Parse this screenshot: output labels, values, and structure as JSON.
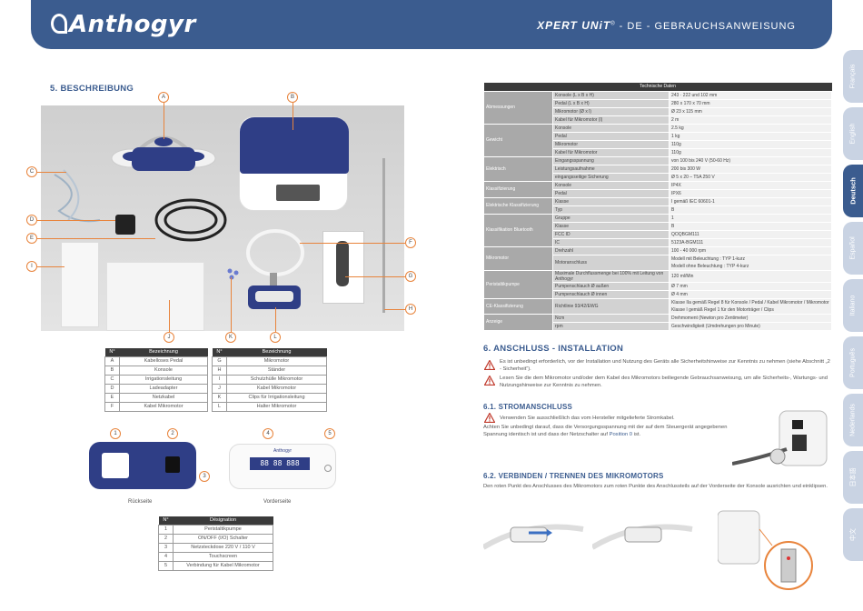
{
  "header": {
    "brand": "Anthogyr",
    "product": "XPERT UNiT",
    "reg": "®",
    "lang_sep": " - DE - ",
    "doc": "GEBRAUCHSANWEISUNG"
  },
  "tabs": [
    "Français",
    "English",
    "Deutsch",
    "Español",
    "Italiano",
    "Português",
    "Nederlands",
    "日本語",
    "中文"
  ],
  "active_tab_index": 2,
  "section5": {
    "title": "5. BESCHREIBUNG",
    "callouts": [
      "A",
      "B",
      "C",
      "D",
      "E",
      "F",
      "G",
      "H",
      "I",
      "J",
      "K",
      "L"
    ],
    "legend_header": [
      "N°",
      "Bezeichnung"
    ],
    "legend_left": [
      [
        "A",
        "Kabelloses Pedal"
      ],
      [
        "B",
        "Konsole"
      ],
      [
        "C",
        "Irrigationsleitung"
      ],
      [
        "D",
        "Ladeadapter"
      ],
      [
        "E",
        "Netzkabel"
      ],
      [
        "F",
        "Kabel Mikromotor"
      ]
    ],
    "legend_right": [
      [
        "G",
        "Mikromotor"
      ],
      [
        "H",
        "Ständer"
      ],
      [
        "I",
        "Schutzhülle Mikromotor"
      ],
      [
        "J",
        "Kabel Mikromotor"
      ],
      [
        "K",
        "Clips für Irrigationsleitung"
      ],
      [
        "L",
        "Halter Mikromotor"
      ]
    ],
    "device_brand": "Anthogyr",
    "device_display": "88 88 888",
    "back_label": "Rückseite",
    "front_label": "Vorderseite",
    "device_callouts": [
      "1",
      "2",
      "3",
      "4",
      "5"
    ],
    "dev_header": [
      "N°",
      "Désignation"
    ],
    "dev_rows": [
      [
        "1",
        "Peristaltikpumpe"
      ],
      [
        "2",
        "ON/OFF (I/O) Schalter"
      ],
      [
        "3",
        "Netzsteckdose 220 V / 110 V"
      ],
      [
        "4",
        "Touchscreen"
      ],
      [
        "5",
        "Verbindung für Kabel Mikromotor"
      ]
    ]
  },
  "tech": {
    "title": "Technische Daten",
    "groups": [
      {
        "cat": "Abmessungen",
        "rows": [
          [
            "Konsole (L x B x H)",
            "243 · 222 und 102 mm"
          ],
          [
            "Pedal (L x B x H)",
            "280 x 170 x 70 mm"
          ],
          [
            "Mikromotor (Ø x l)",
            "Ø 23 x 115 mm"
          ],
          [
            "Kabel für Mikromotor (l)",
            "2 m"
          ]
        ]
      },
      {
        "cat": "Gewicht",
        "rows": [
          [
            "Konsole",
            "2.5 kg"
          ],
          [
            "Pedal",
            "1 kg"
          ],
          [
            "Mikromotor",
            "110g"
          ],
          [
            "Kabel für Mikromotor",
            "110g"
          ]
        ]
      },
      {
        "cat": "Elektrisch",
        "rows": [
          [
            "Eingangsspannung",
            "von 100 bis 240 V (50-60 Hz)"
          ],
          [
            "Leistungsaufnahme",
            "200 bis 300 W"
          ],
          [
            "eingangsseitige Sicherung",
            "Ø 5 x 20 – T5A 250 V"
          ]
        ]
      },
      {
        "cat": "Klassifizierung",
        "rows": [
          [
            "Konsole",
            "IP4X"
          ],
          [
            "Pedal",
            "IPX6"
          ]
        ]
      },
      {
        "cat": "Elektrische Klassifizierung",
        "rows": [
          [
            "Klasse",
            "I gemäß IEC 60601-1"
          ],
          [
            "Typ",
            "B"
          ]
        ]
      },
      {
        "cat": "Klassifikation Bluetooth",
        "rows": [
          [
            "Gruppe",
            "1"
          ],
          [
            "Klasse",
            "B"
          ],
          [
            "FCC ID",
            "QOQBGM111"
          ],
          [
            "IC",
            "5123A-BGM111"
          ]
        ]
      },
      {
        "cat": "Mikromotor",
        "rows": [
          [
            "Drehzahl",
            "100 - 40 000 rpm"
          ],
          [
            "Motoranschluss",
            "Modell mit Beleuchtung : TYP 1-kurz\nModell ohne Beleuchtung : TYP 4-kurz"
          ]
        ]
      },
      {
        "cat": "Peristaltikpumpe",
        "rows": [
          [
            "Maximale Durchflussmenge bei 100% mit Leitung von Anthogyr",
            "120 ml/Min"
          ],
          [
            "Pumpenschlauch Ø außen",
            "Ø 7 mm"
          ],
          [
            "Pumpenschlauch Ø innen",
            "Ø 4 mm"
          ]
        ]
      },
      {
        "cat": "CE-Klassifizierung",
        "rows": [
          [
            "Richtlinie 93/42/EWG",
            "Klasse IIa gemäß Regel 8 für Konsole / Pedal / Kabel Mikromotor / Mikromotor Klasse I gemäß Regel 1 für den Motorträger / Clips"
          ]
        ]
      },
      {
        "cat": "Anzeige",
        "rows": [
          [
            "Ncm",
            "Drehmoment (Newton pro Zentimeter)"
          ],
          [
            "rpm",
            "Geschwindigkeit (Umdrehungen pro Minute)"
          ]
        ]
      }
    ]
  },
  "section6": {
    "title": "6. ANSCHLUSS - INSTALLATION",
    "warn1": "Es ist unbedingt erforderlich, vor der Installation und Nutzung des Geräts alle Sicherheitshinweise zur Kenntnis zu nehmen (siehe Abschnitt „2 - Sicherheit“).",
    "warn2": "Lesen Sie die dem Mikromotor und/oder dem Kabel des Mikromotors beiliegende Gebrauchsanweisung, um alle Sicherheits-, Wartungs- und Nutzungshinweise zur Kenntnis zu nehmen.",
    "s61_title": "6.1. STROMANSCHLUSS",
    "s61_warn": "Verwenden Sie ausschließlich das vom Hersteller mitgelieferte Stromkabel.",
    "s61_text_a": "Achten Sie unbedingt darauf, dass die Versorgungsspannung mit der auf dem Steuergerät angegebenen Spannung identisch ist und dass der Netzschalter auf ",
    "s61_pos": "Position 0",
    "s61_text_b": " ist.",
    "s62_title": "6.2. VERBINDEN / TRENNEN DES MIKROMOTORS",
    "s62_text": "Den roten Punkt des Anschlusses des Mikromotors zum roten Punkte des Anschlussteils auf der Vorderseite der Konsole ausrichten und einklipsen."
  },
  "colors": {
    "brand": "#3b5c8f",
    "accent": "#e8843c",
    "tab_inactive": "#c9d3e3"
  }
}
